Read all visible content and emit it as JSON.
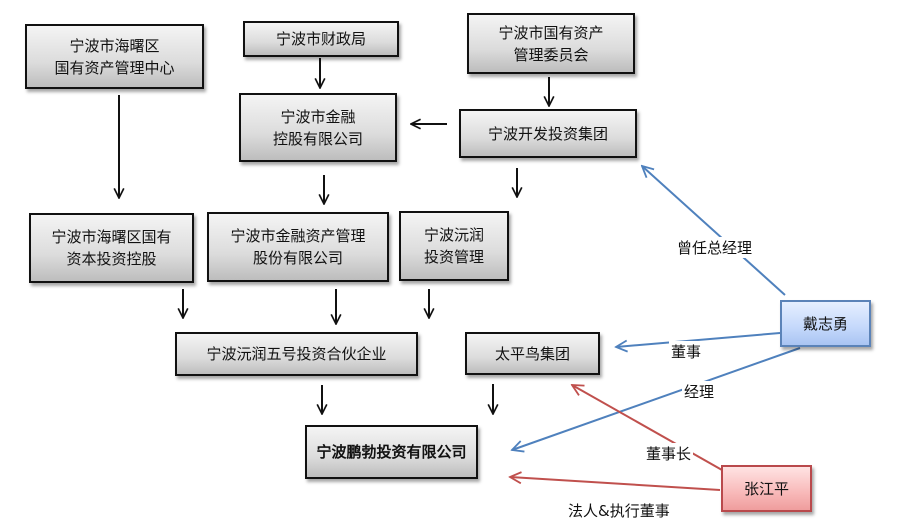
{
  "nodes": {
    "haishu_center": "宁波市海曙区\n国有资产管理中心",
    "finance_bureau": "宁波市财政局",
    "sasac": "宁波市国有资产\n管理委员会",
    "financial_holding": "宁波市金融\n控股有限公司",
    "dev_invest_group": "宁波开发投资集团",
    "haishu_capital": "宁波市海曙区国有\n资本投资控股",
    "financial_asset_mgmt": "宁波市金融资产管理\n股份有限公司",
    "yuanrun_invest_mgmt": "宁波沅润\n投资管理",
    "yuanrun_no5": "宁波沅润五号投资合伙企业",
    "peacebird": "太平鸟集团",
    "pengbo": "宁波鹏勃投资有限公司",
    "dai_zhiyong": "戴志勇",
    "zhang_jiangping": "张江平"
  },
  "edge_labels": {
    "former_gm": "曾任总经理",
    "director": "董事",
    "manager": "经理",
    "chairman": "董事长",
    "legal_exec_director": "法人&执行董事"
  },
  "colors": {
    "ownership_arrow": "#111111",
    "dai_arrow": "#4f81bd",
    "zhang_arrow": "#c0504d"
  }
}
